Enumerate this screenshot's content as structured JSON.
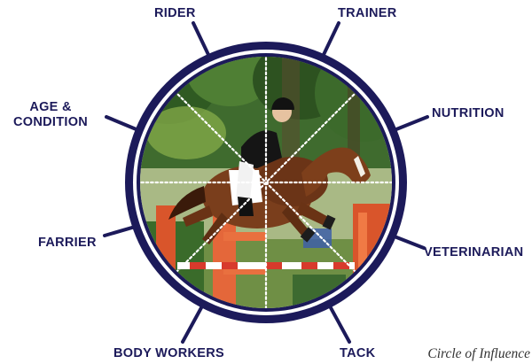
{
  "colors": {
    "ring": "#1c1a5a",
    "label": "#1c1a5a",
    "caption": "#333333"
  },
  "photo": {
    "description_icon": "horse-jumping-photo"
  },
  "labels": {
    "rider": "RIDER",
    "trainer": "TRAINER",
    "nutrition": "NUTRITION",
    "veterinarian": "VETERINARIAN",
    "tack": "TACK",
    "body_workers": "BODY WORKERS",
    "farrier": "FARRIER",
    "age_condition_line1": "AGE &",
    "age_condition_line2": "CONDITION"
  },
  "caption": "Circle of Influence"
}
